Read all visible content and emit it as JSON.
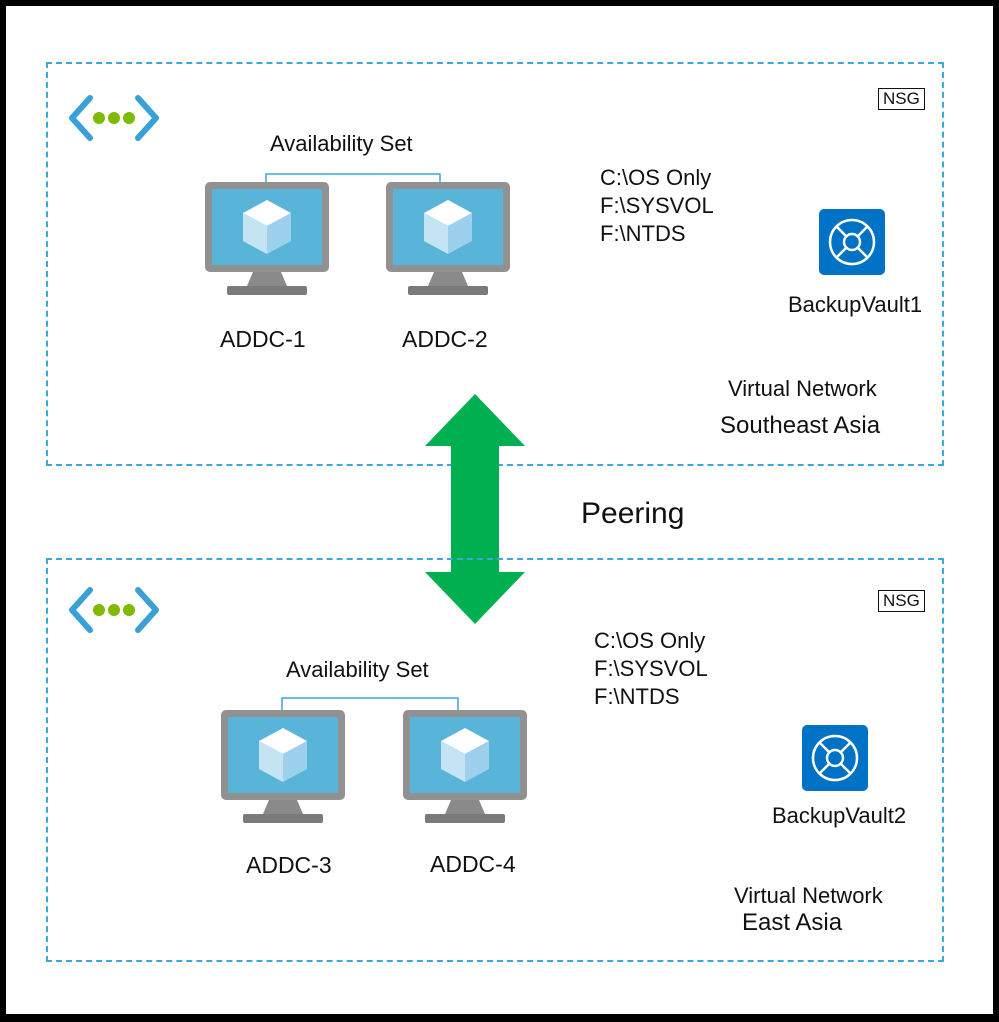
{
  "colors": {
    "vnet_border": "#3aa8d8",
    "chevron": "#3aa0d8",
    "dots": "#7fba00",
    "screen": "#59b4d9",
    "arrow": "#00b050",
    "vault": "#0072c6"
  },
  "icons": {
    "vnet": "virtual-network-icon",
    "vm": "virtual-machine-icon",
    "vault": "backup-vault-icon",
    "peering": "double-arrow-icon"
  },
  "top": {
    "nsg": "NSG",
    "availability_set": "Availability Set",
    "vm1": "ADDC-1",
    "vm2": "ADDC-2",
    "drives": [
      "C:\\OS Only",
      "F:\\SYSVOL",
      "F:\\NTDS"
    ],
    "vault": "BackupVault1",
    "vnet_label": "Virtual Network",
    "region": "Southeast Asia"
  },
  "peering": "Peering",
  "bottom": {
    "nsg": "NSG",
    "availability_set": "Availability Set",
    "vm1": "ADDC-3",
    "vm2": "ADDC-4",
    "drives": [
      "C:\\OS Only",
      "F:\\SYSVOL",
      "F:\\NTDS"
    ],
    "vault": "BackupVault2",
    "vnet_label": "Virtual Network",
    "region": "East Asia"
  }
}
